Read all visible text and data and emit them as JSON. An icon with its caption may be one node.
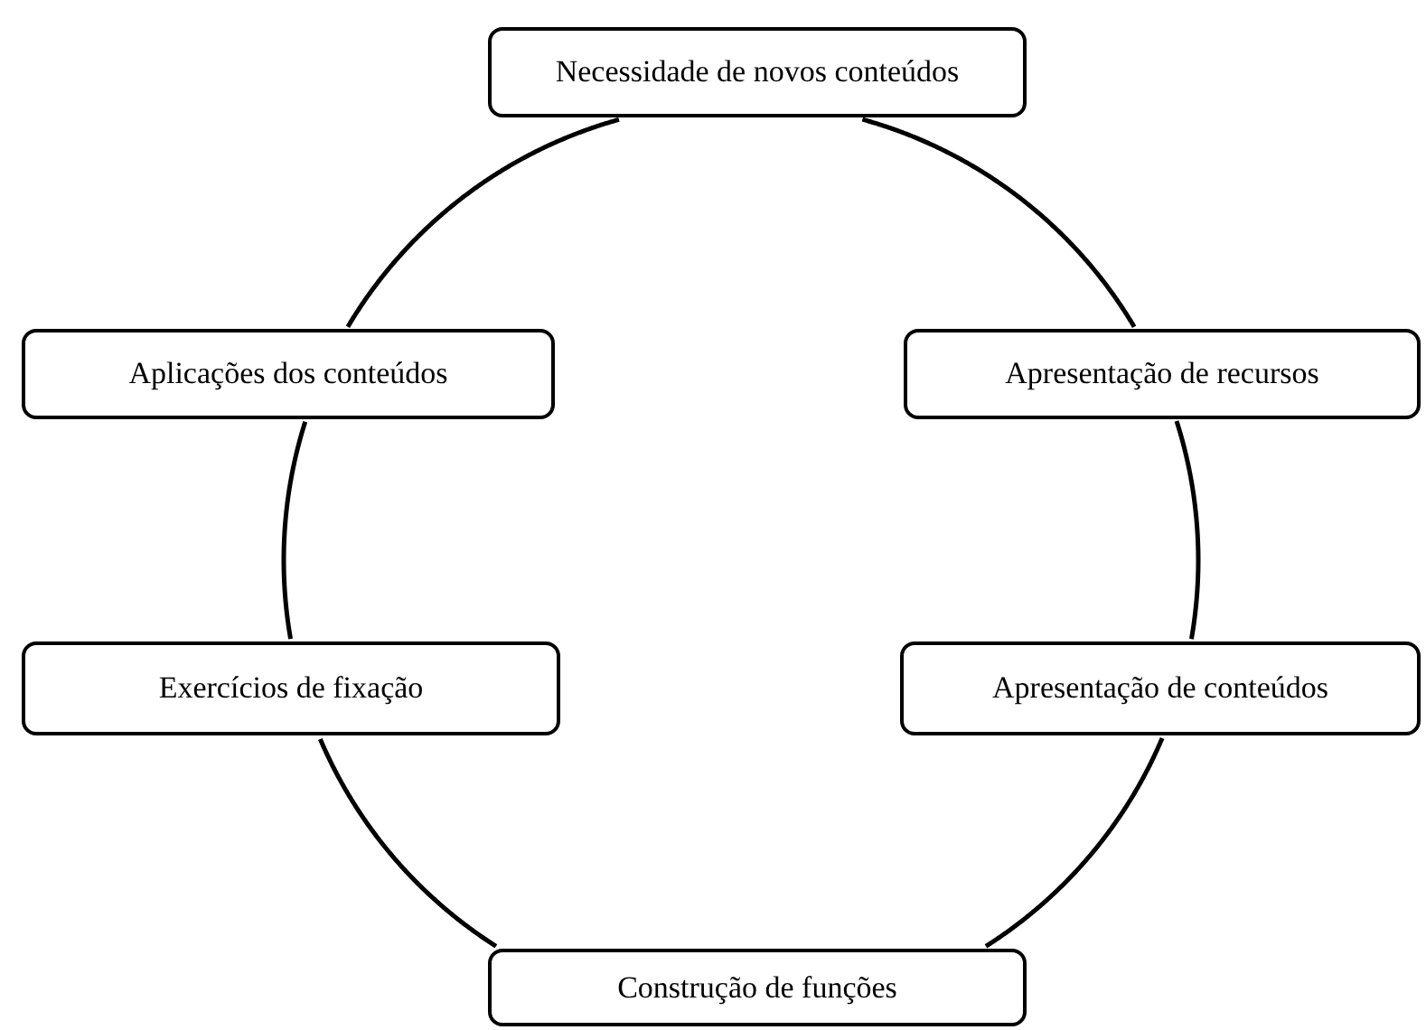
{
  "diagram": {
    "nodes": [
      {
        "text": [
          "Necessidade de novos conteúdos"
        ]
      },
      {
        "text": [
          "Apresentação de recursos"
        ]
      },
      {
        "text": [
          "Apresentação de conteúdos"
        ]
      },
      {
        "text": [
          "Construção de funções"
        ]
      },
      {
        "text": [
          "Exercícios de fixação"
        ]
      },
      {
        "text": [
          "Aplicações dos conteúdos"
        ]
      }
    ],
    "edges": [
      {
        "from": 0,
        "to": 1,
        "arrow": "none"
      },
      {
        "from": 1,
        "to": 2,
        "arrow": "none"
      },
      {
        "from": 2,
        "to": 3,
        "arrow": "none"
      },
      {
        "from": 3,
        "to": 4,
        "arrow": "none"
      },
      {
        "from": 4,
        "to": 5,
        "arrow": "none"
      },
      {
        "from": 5,
        "to": 0,
        "arrow": "none"
      }
    ]
  }
}
